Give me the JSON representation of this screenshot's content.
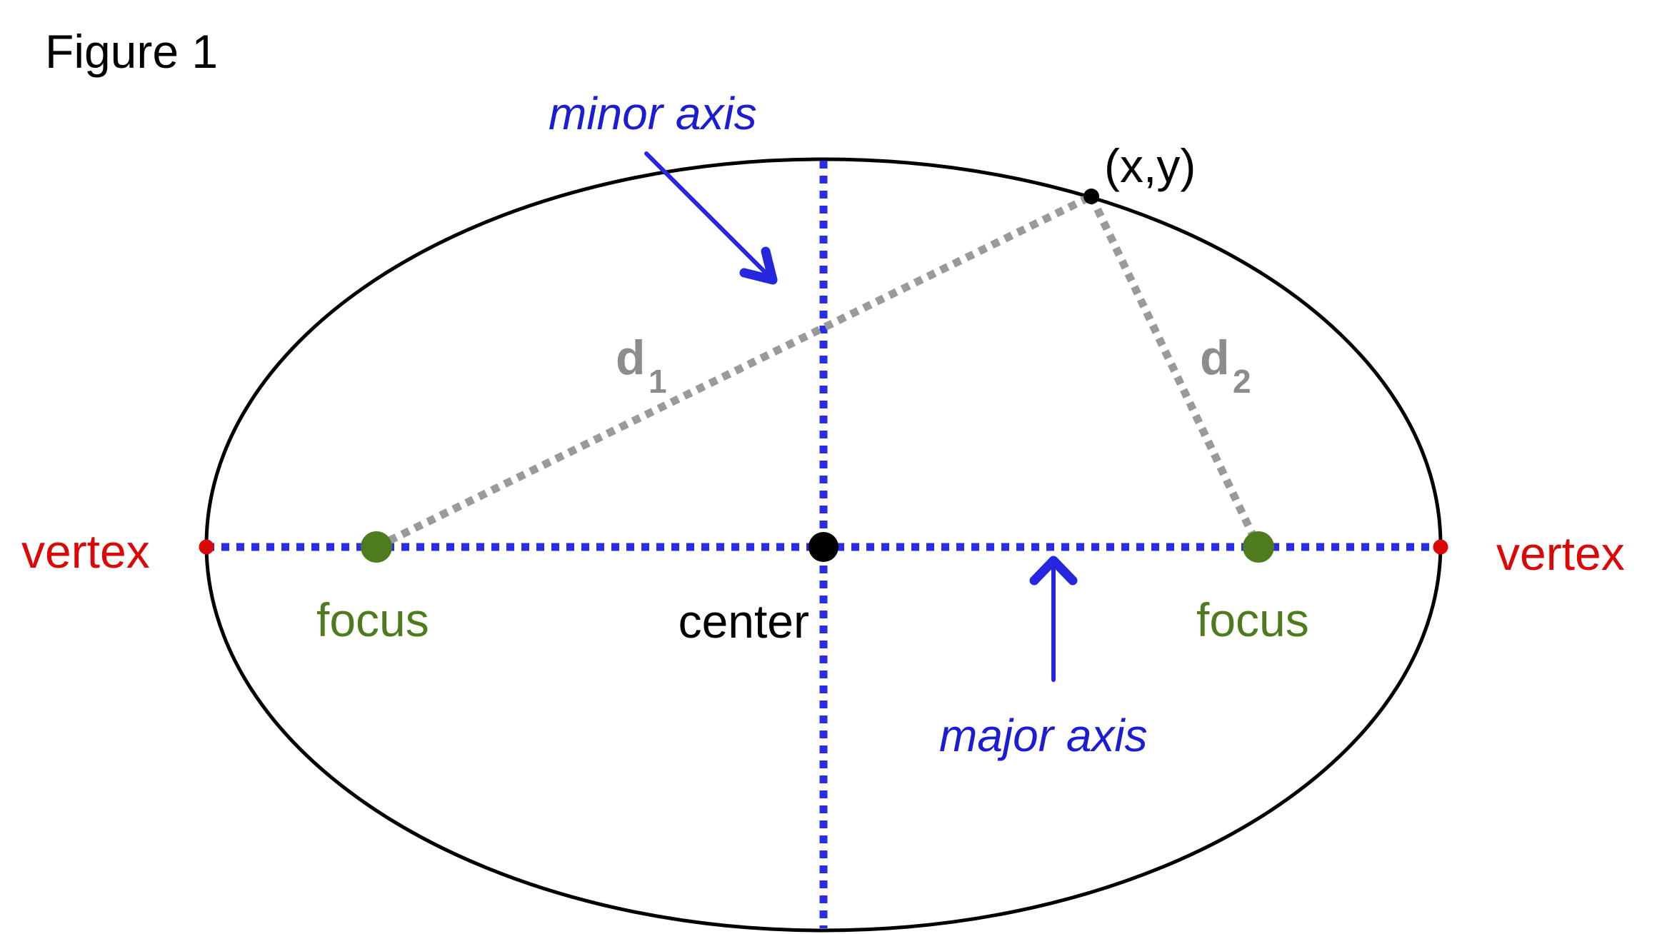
{
  "title": "Figure 1",
  "labels": {
    "minor_axis": "minor axis",
    "major_axis": "major axis",
    "point": "(x,y)",
    "d1": {
      "base": "d",
      "sub": "1"
    },
    "d2": {
      "base": "d",
      "sub": "2"
    },
    "vertex_left": "vertex",
    "vertex_right": "vertex",
    "focus_left": "focus",
    "focus_right": "focus",
    "center": "center"
  },
  "colors": {
    "axis_blue": "#2A2DE4",
    "annotation_blue": "#2626DE",
    "text_blue": "#1C1CD2",
    "focus_green": "#4E7B1E",
    "vertex_red": "#DB0808",
    "distance_gray": "#9A9A9A",
    "distance_label_gray": "#8C8C8C",
    "outline_black": "#000000"
  }
}
